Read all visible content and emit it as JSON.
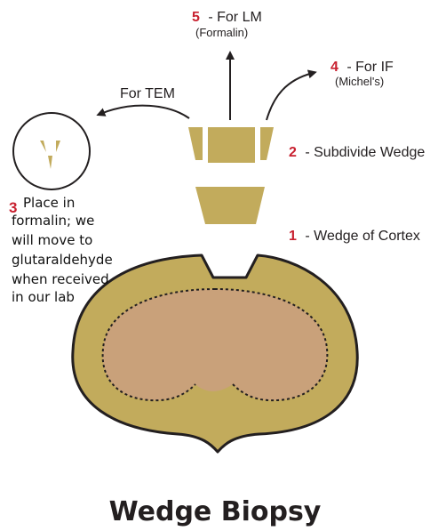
{
  "colors": {
    "tissue": "#c2ab5c",
    "medulla": "#c9a17a",
    "outline": "#231f20",
    "accent_red": "#c8202f"
  },
  "steps": {
    "step1": {
      "number": "1",
      "label": "- Wedge of Cortex"
    },
    "step2": {
      "number": "2",
      "label": "- Subdivide Wedge"
    },
    "step3": {
      "number": "3",
      "lines": [
        "Place in",
        "formalin; we",
        "will move to",
        "glutaraldehyde",
        "when received",
        "in our lab"
      ]
    },
    "step4": {
      "number": "4",
      "label": "- For IF",
      "sublabel": "(Michel's)"
    },
    "step5": {
      "number": "5",
      "label": "- For LM",
      "sublabel": "(Formalin)"
    }
  },
  "tem_label": "For TEM",
  "title": "Wedge Biopsy"
}
